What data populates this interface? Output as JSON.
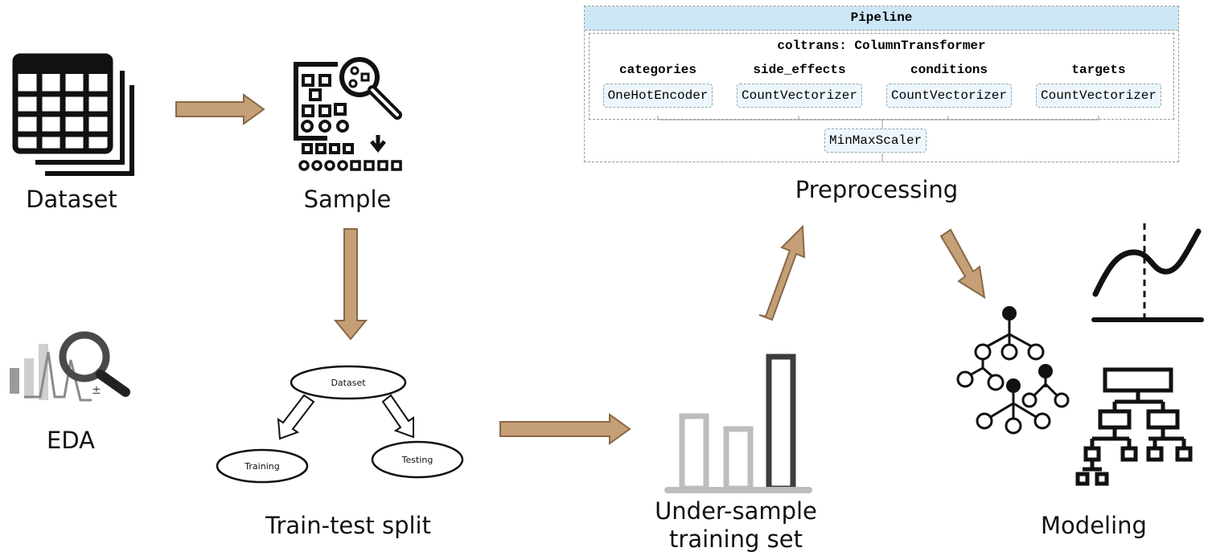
{
  "colors": {
    "arrow_fill": "#c59f76",
    "arrow_stroke": "#8a6848",
    "pipeline_header": "#cde7f7",
    "estimator_box": "#eef6fd"
  },
  "labels": {
    "dataset": "Dataset",
    "sample": "Sample",
    "eda": "EDA",
    "split": "Train-test split",
    "undersample_line1": "Under-sample",
    "undersample_line2": "training set",
    "preprocessing": "Preprocessing",
    "modeling": "Modeling"
  },
  "split_diagram": {
    "root": "Dataset",
    "left": "Training",
    "right": "Testing"
  },
  "pipeline": {
    "title": "Pipeline",
    "column_transformer": "coltrans: ColumnTransformer",
    "columns": [
      {
        "name": "categories",
        "transformer": "OneHotEncoder"
      },
      {
        "name": "side_effects",
        "transformer": "CountVectorizer"
      },
      {
        "name": "conditions",
        "transformer": "CountVectorizer"
      },
      {
        "name": "targets",
        "transformer": "CountVectorizer"
      }
    ],
    "final_step": "MinMaxScaler"
  },
  "icons": [
    "table-stack-icon",
    "sample-magnifier-icon",
    "eda-chart-magnifier-icon",
    "bar-chart-icon",
    "curve-threshold-icon",
    "decision-trees-icon",
    "hierarchy-icon"
  ]
}
